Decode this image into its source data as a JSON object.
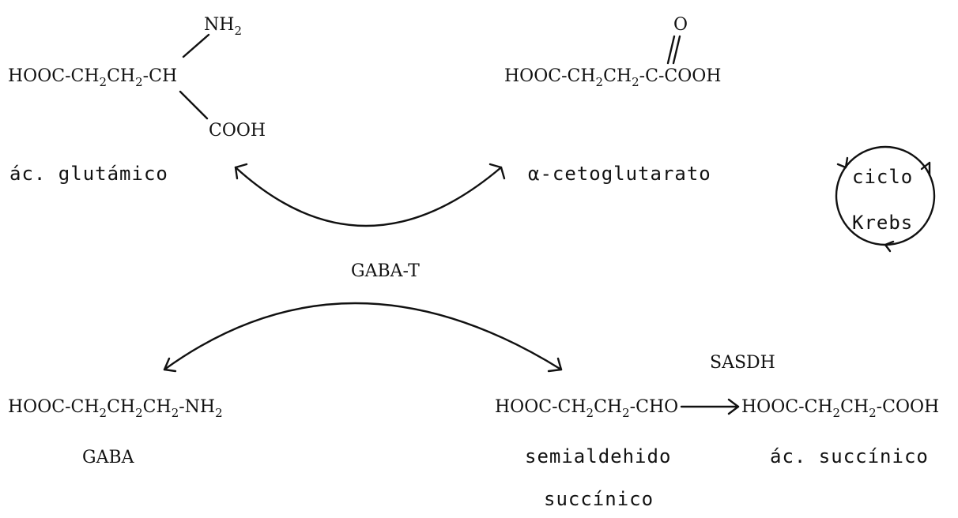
{
  "compounds": {
    "glutamic": {
      "formula_main": "HOOC-CH",
      "formula_sub1": "2",
      "formula_mid": "CH",
      "formula_sub2": "2",
      "formula_end": "-CH",
      "amine": "NH",
      "amine_sub": "2",
      "carboxyl": "COOH",
      "name": "ác. glutámico"
    },
    "ketoglutarate": {
      "formula_main": "HOOC-CH",
      "formula_sub1": "2",
      "formula_mid": "CH",
      "formula_sub2": "2",
      "formula_end": "-C-COOH",
      "oxygen": "O",
      "name": "α-cetoglutarato"
    },
    "gaba": {
      "formula_main": "HOOC-CH",
      "formula_sub1": "2",
      "formula_mid": "CH",
      "formula_sub2": "2",
      "formula_mid2": "CH",
      "formula_sub3": "2",
      "formula_end": "-NH",
      "formula_sub4": "2",
      "name": "GABA"
    },
    "semialdehyde": {
      "formula_main": "HOOC-CH",
      "formula_sub1": "2",
      "formula_mid": "CH",
      "formula_sub2": "2",
      "formula_end": "-CHO",
      "name_line1": "semialdehido",
      "name_line2": "succínico"
    },
    "succinic": {
      "formula_main": "HOOC-CH",
      "formula_sub1": "2",
      "formula_mid": "CH",
      "formula_sub2": "2",
      "formula_end": "-COOH",
      "name": "ác. succínico"
    }
  },
  "enzymes": {
    "transaminase": "GABA-T",
    "dehydrogenase": "SASDH"
  },
  "krebs": {
    "line1": "ciclo",
    "line2": "Krebs"
  }
}
